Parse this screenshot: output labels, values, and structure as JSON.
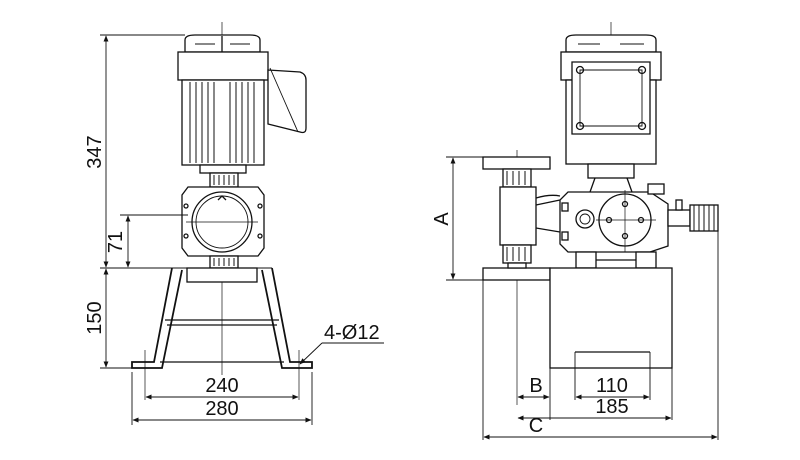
{
  "dimensions": {
    "total_height": "347",
    "axis_height": "71",
    "stand_height": "150",
    "hole_pitch_inner": "240",
    "base_width": "280",
    "holes": "4-Ø12",
    "stroke_height": "A",
    "offset": "B",
    "foot_inner": "110",
    "foot_outer": "185",
    "overall_length": "C"
  },
  "colors": {
    "line": "#111111",
    "background": "#ffffff"
  }
}
